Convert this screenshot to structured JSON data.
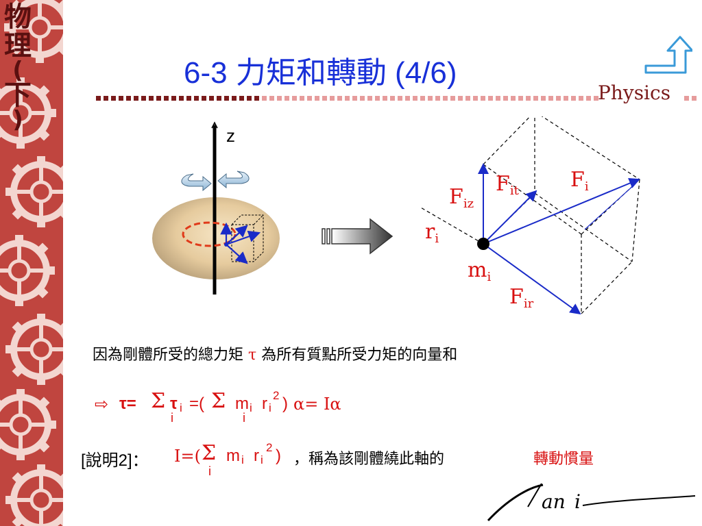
{
  "sidebar": {
    "title_chars": [
      "物",
      "理",
      "(",
      "下",
      ")"
    ]
  },
  "header": {
    "title": "6-3 力矩和轉動 (4/6)",
    "brand": "Physics"
  },
  "diagram": {
    "axis_label": "z",
    "labels": {
      "F_i_base": "F",
      "F_i_sub": "i",
      "F_it_base": "F",
      "F_it_sub": "it",
      "F_iz_base": "F",
      "F_iz_sub": "iz",
      "r_i_base": "r",
      "r_i_sub": "i",
      "m_i_base": "m",
      "m_i_sub": "i",
      "F_ir_base": "F",
      "F_ir_sub": "ir"
    }
  },
  "content": {
    "sentence_part1": "因為剛體所受的總力矩",
    "sentence_tau": "τ",
    "sentence_part2": "為所有質點所受力矩的向量和",
    "equation": {
      "arrow": "⇨",
      "tau": "τ=",
      "sigma1": "Σ",
      "tau_i_base": "τ",
      "tau_i_sub": "i",
      "sum_sub1": "i",
      "eq_open": "=(",
      "sigma2": "Σ",
      "m_base": "m",
      "m_sub": "i",
      "r_base": "r",
      "r_sub": "i",
      "r_sup": "2",
      "sum_sub2": "i",
      "close": ")",
      "alpha_eq": "α= Iα"
    },
    "explanation": {
      "bracket": "[說明2]：",
      "I_open": "I=(",
      "sigma": "Σ",
      "sum_sub": "i",
      "m_base": "m",
      "m_sub": "i",
      "r_base": "r",
      "r_sub": "i",
      "r_sup": "2",
      "close": ")",
      "middle": "，稱為該剛體繞此軸的",
      "highlight": "轉動慣量"
    }
  },
  "footer": {
    "signature": "Vani"
  },
  "colors": {
    "sidebar": "#c0453f",
    "title_blue": "#1830d8",
    "accent_red": "#d81010",
    "vector_blue": "#1a2bc8"
  }
}
